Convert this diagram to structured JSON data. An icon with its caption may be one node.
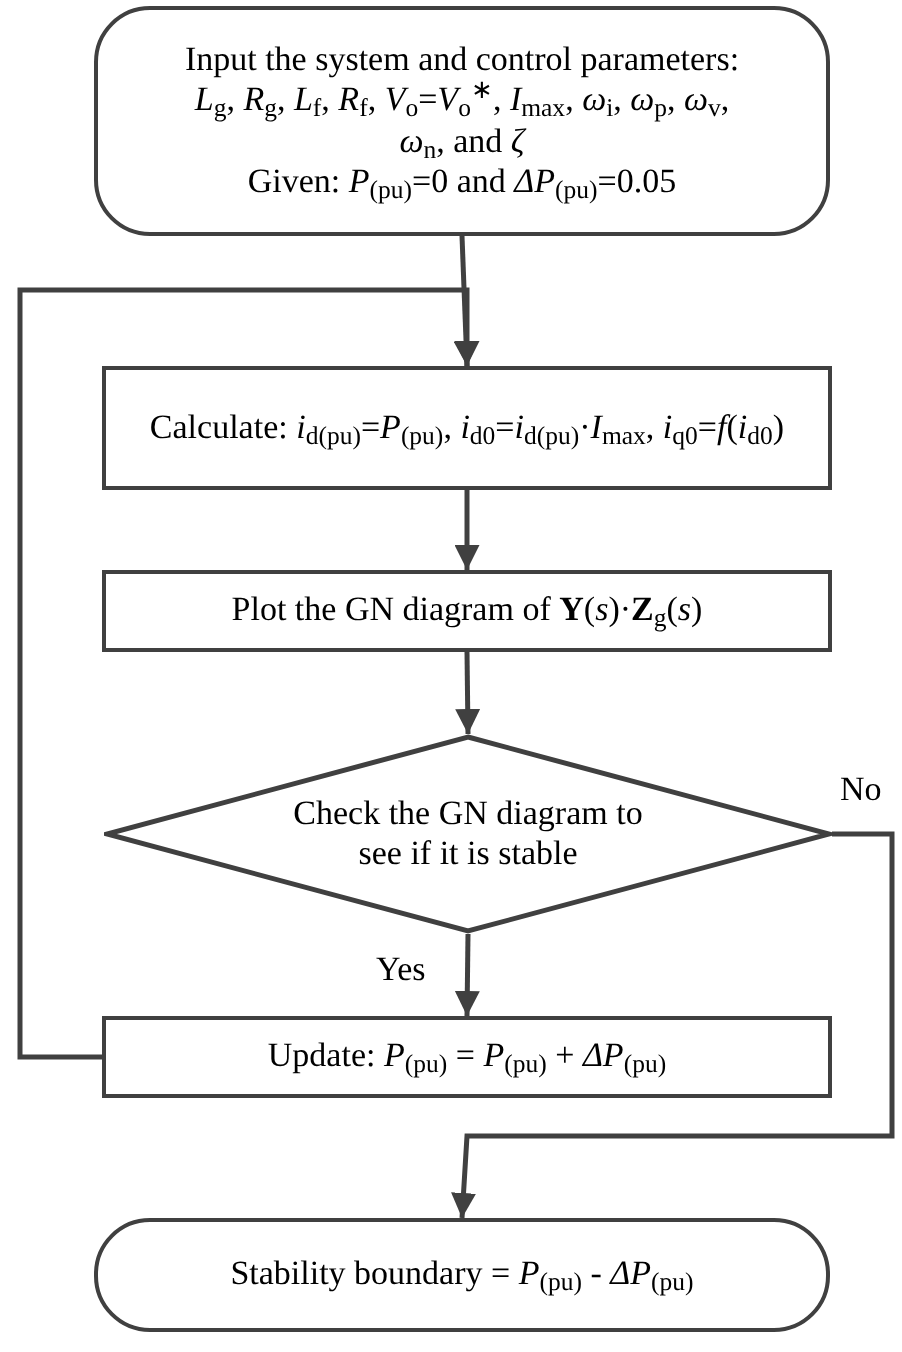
{
  "diagram": {
    "nodes": [
      {
        "text": [
          "Input the system and control parameters: *L*$_{g}$, *R*$_{g}$, *L*$_{f}$, *R*$_{f}$, *V*$_{o}$=*V*$_{o}$$^{∗}$, *I*$_{max}$, *ω*$_{i}$, *ω*$_{p}$, *ω*$_{v}$, *ω*$_{n}$, and *ζ*",
          "Given: *P*$_{(pu)}$=0 and *ΔP*$_{(pu)}$=0.05"
        ]
      },
      {
        "text": [
          "Calculate: *i*$_{d(pu)}$=*P*$_{(pu)}$, *i*$_{d0}$=*i*$_{d(pu)}$·*I*$_{max}$, *i*$_{q0}$=*f*(*i*$_{d0}$)"
        ]
      },
      {
        "text": [
          "Plot the GN diagram of **Y**(*s*)·**Z**$_{g}$(*s*)"
        ]
      },
      {
        "text": [
          "Check the GN diagram to see if it is stable"
        ]
      },
      {
        "text": [
          "Update: *P*$_{(pu)}$ = *P*$_{(pu)}$ + *ΔP*$_{(pu)}$"
        ]
      },
      {
        "text": [
          "Stability boundary = *P*$_{(pu)}$ - *ΔP*$_{(pu)}$"
        ]
      }
    ],
    "edges": [
      {
        "from": 0,
        "to": 1,
        "arrow": "to"
      },
      {
        "from": 4,
        "to": 1,
        "arrow": "to"
      },
      {
        "from": 1,
        "to": 2,
        "arrow": "to"
      },
      {
        "from": 2,
        "to": 3,
        "arrow": "to"
      },
      {
        "from": 3,
        "to": 4,
        "arrow": "to",
        "label": "Yes"
      },
      {
        "from": 3,
        "to": 5,
        "arrow": "to",
        "label": "No"
      }
    ]
  }
}
